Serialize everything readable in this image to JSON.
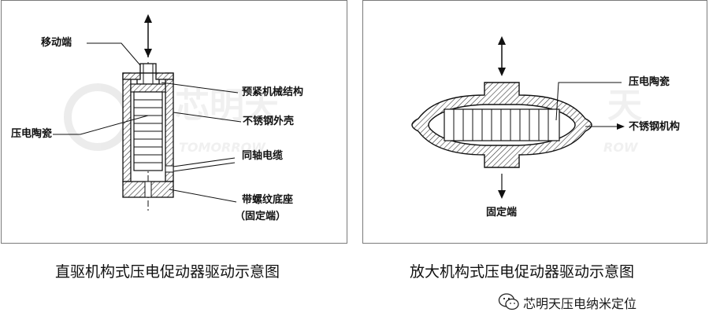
{
  "left_diagram": {
    "labels": {
      "moving_end": "移动端",
      "preload": "预紧机械结构",
      "piezo": "压电陶瓷",
      "shell": "不锈钢外壳",
      "cable": "同轴电缆",
      "base_line1": "带螺纹底座",
      "base_line2": "（固定端）"
    },
    "caption": "直驱机构式压电促动器驱动示意图"
  },
  "right_diagram": {
    "labels": {
      "piezo": "压电陶瓷",
      "frame": "不锈钢机构",
      "fixed_end": "固定端"
    },
    "caption": "放大机构式压电促动器驱动示意图"
  },
  "watermark": {
    "account": "芯明天压电纳米定位",
    "icon": "wechat-icon",
    "logo_letters_left": "TOMORROW",
    "logo_letters_right": "ROW"
  }
}
